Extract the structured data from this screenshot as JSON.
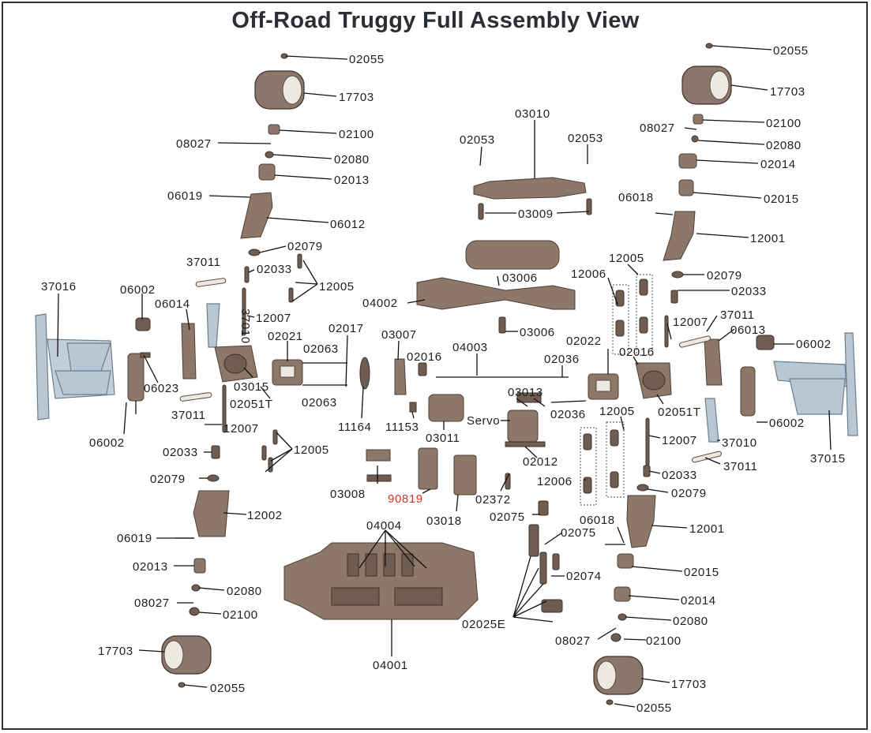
{
  "title": "Off-Road Truggy Full Assembly View",
  "parts": {
    "p02055_a": "02055",
    "p17703_a": "17703",
    "p02100_a": "02100",
    "p08027_a": "08027",
    "p02080_a": "02080",
    "p02013_a": "02013",
    "p06019_a": "06019",
    "p06012": "06012",
    "p02079_a": "02079",
    "p37011_a": "37011",
    "p02033_a": "02033",
    "p12005_a": "12005",
    "p37010_a": "37010",
    "p12007_a": "12007",
    "p37016": "37016",
    "p06002_a": "06002",
    "p06014": "06014",
    "p06023": "06023",
    "p37011_b": "37011",
    "p06002_b": "06002",
    "p12007_b": "12007",
    "p02033_b": "02033",
    "p02079_b": "02079",
    "p12002": "12002",
    "p06019_b": "06019",
    "p02013_b": "02013",
    "p02080_b": "02080",
    "p08027_b": "08027",
    "p02100_b": "02100",
    "p17703_b": "17703",
    "p02055_b": "02055",
    "p02017": "02017",
    "p02021": "02021",
    "p02063_a": "02063",
    "p03015": "03015",
    "p02051T_a": "02051T",
    "p02063_b": "02063",
    "p12005_b": "12005",
    "p11164": "11164",
    "p03007": "03007",
    "p02016_a": "02016",
    "p11153": "11153",
    "p03011": "03011",
    "p03008": "03008",
    "p90819": "90819",
    "p03018": "03018",
    "p04004": "04004",
    "p04001": "04001",
    "p03010": "03010",
    "p02053_a": "02053",
    "p02053_b": "02053",
    "p03009": "03009",
    "p03006_a": "03006",
    "p04002": "04002",
    "p03006_b": "03006",
    "p04003": "04003",
    "p03013": "03013",
    "servo": "Servo",
    "p02036_a": "02036",
    "p02036_b": "02036",
    "p02012": "02012",
    "p02372": "02372",
    "p02075_a": "02075",
    "p02075_b": "02075",
    "p02074": "02074",
    "p02025E": "02025E",
    "p08027_c": "08027",
    "p02100_c": "02100",
    "p17703_c": "17703",
    "p02055_c": "02055",
    "p02055_d": "02055",
    "p17703_d": "17703",
    "p08027_d": "08027",
    "p02100_d": "02100",
    "p02080_c": "02080",
    "p02014_a": "02014",
    "p06018_a": "06018",
    "p02015_a": "02015",
    "p12001_a": "12001",
    "p12005_c": "12005",
    "p12006_a": "12006",
    "p02079_c": "02079",
    "p02033_c": "02033",
    "p37011_c": "37011",
    "p12007_c": "12007",
    "p06013": "06013",
    "p06002_c": "06002",
    "p02022": "02022",
    "p02016_b": "02016",
    "p37015": "37015",
    "p12005_d": "12005",
    "p02051T_b": "02051T",
    "p06002_d": "06002",
    "p37010_b": "37010",
    "p12007_d": "12007",
    "p37011_d": "37011",
    "p02033_d": "02033",
    "p12006_b": "12006",
    "p02079_d": "02079",
    "p06018_b": "06018",
    "p12001_b": "12001",
    "p02015_b": "02015",
    "p02014_b": "02014",
    "p02080_d": "02080"
  },
  "colors": {
    "label_highlight": "#d8322a",
    "part": "#8c7768",
    "bumper": "#b7c7d4"
  }
}
